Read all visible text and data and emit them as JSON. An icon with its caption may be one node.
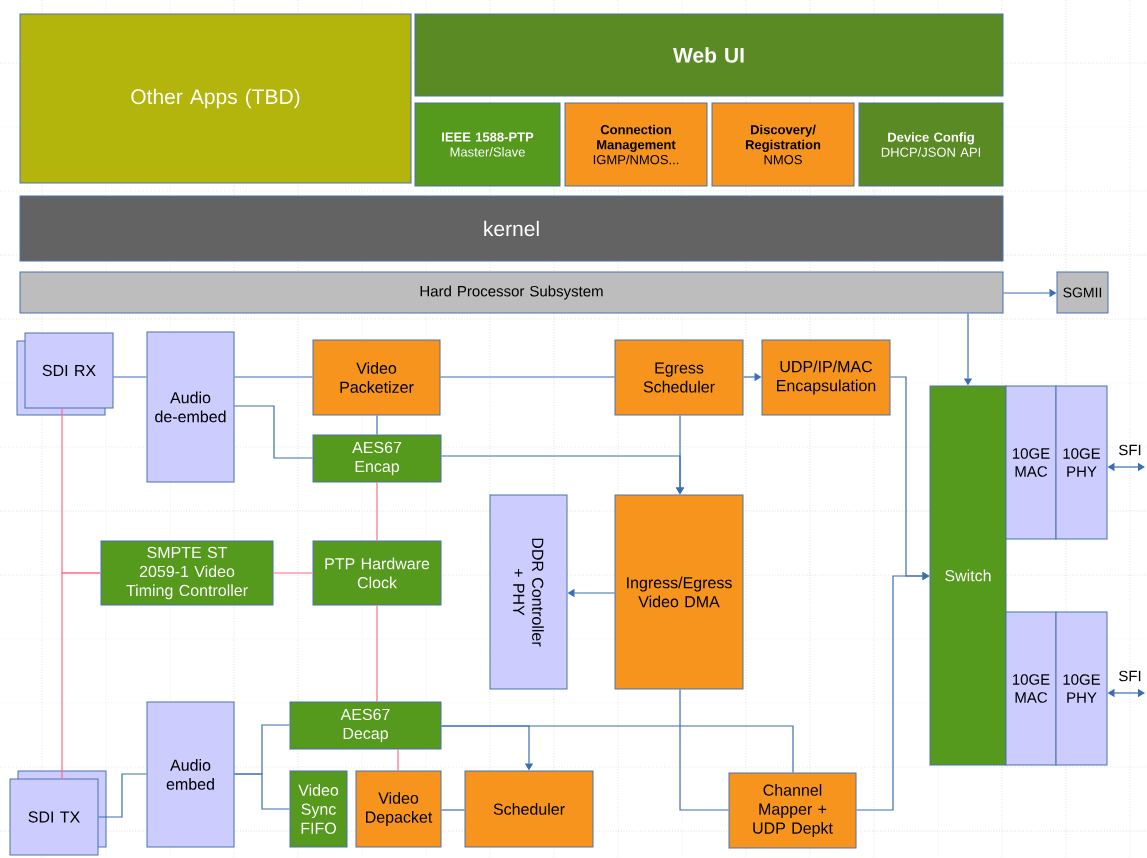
{
  "diagram": {
    "nodes": [
      {
        "text": [
          "Other Apps (TBD)"
        ]
      },
      {
        "text": [
          "Web UI"
        ]
      },
      {
        "text": [
          "IEEE 1588-PTP",
          "Master/Slave"
        ]
      },
      {
        "text": [
          "Connection Management",
          "IGMP/NMOS..."
        ]
      },
      {
        "text": [
          "Discovery/ Registration",
          "NMOS"
        ]
      },
      {
        "text": [
          "Device Config",
          "DHCP/JSON API"
        ]
      },
      {
        "text": [
          "kernel"
        ]
      },
      {
        "text": [
          "Hard Processor Subsystem"
        ]
      },
      {
        "text": [
          "SGMII"
        ]
      },
      {
        "text": [
          "SDI RX"
        ]
      },
      {
        "text": [
          "Audio de-embed"
        ]
      },
      {
        "text": [
          "Video Packetizer"
        ]
      },
      {
        "text": [
          "AES67 Encap"
        ]
      },
      {
        "text": [
          "Egress Scheduler"
        ]
      },
      {
        "text": [
          "UDP/IP/MAC Encapsulation"
        ]
      },
      {
        "text": [
          "SMPTE ST 2059-1 Video Timing Controller"
        ]
      },
      {
        "text": [
          "PTP Hardware Clock"
        ]
      },
      {
        "text": [
          "DDR Controller + PHY"
        ]
      },
      {
        "text": [
          "Ingress/Egress Video DMA"
        ]
      },
      {
        "text": [
          "Switch"
        ]
      },
      {
        "text": [
          "10GE MAC"
        ]
      },
      {
        "text": [
          "10GE PHY"
        ]
      },
      {
        "text": [
          "10GE MAC"
        ]
      },
      {
        "text": [
          "10GE PHY"
        ]
      },
      {
        "text": [
          "SDI TX"
        ]
      },
      {
        "text": [
          "Audio embed"
        ]
      },
      {
        "text": [
          "AES67 Decap"
        ]
      },
      {
        "text": [
          "Video Sync FIFO"
        ]
      },
      {
        "text": [
          "Video Depacket"
        ]
      },
      {
        "text": [
          "Scheduler"
        ]
      },
      {
        "text": [
          "Channel Mapper + UDP Depkt"
        ]
      }
    ],
    "edges": [
      {
        "from": 7,
        "to": 8,
        "arrow": "to"
      },
      {
        "from": 7,
        "to": 19,
        "arrow": "to"
      },
      {
        "from": 9,
        "to": 10,
        "arrow": "none"
      },
      {
        "from": 10,
        "to": 11,
        "arrow": "none"
      },
      {
        "from": 11,
        "to": 13,
        "arrow": "none"
      },
      {
        "from": 10,
        "to": 12,
        "arrow": "none"
      },
      {
        "from": 11,
        "to": 12,
        "arrow": "none"
      },
      {
        "from": 13,
        "to": 18,
        "arrow": "to"
      },
      {
        "from": 12,
        "to": 18,
        "arrow": "to"
      },
      {
        "from": 13,
        "to": 14,
        "arrow": "to"
      },
      {
        "from": 14,
        "to": 19,
        "arrow": "to"
      },
      {
        "from": 30,
        "to": 19,
        "arrow": "to"
      },
      {
        "from": 18,
        "to": 17,
        "arrow": "to"
      },
      {
        "from": 18,
        "to": 30,
        "arrow": "none"
      },
      {
        "from": 26,
        "to": 30,
        "arrow": "none"
      },
      {
        "from": 26,
        "to": 29,
        "arrow": "to"
      },
      {
        "from": 28,
        "to": 29,
        "arrow": "none"
      },
      {
        "from": 24,
        "to": 25,
        "arrow": "none"
      },
      {
        "from": 25,
        "to": 26,
        "arrow": "none"
      },
      {
        "from": 25,
        "to": 27,
        "arrow": "none"
      },
      {
        "from": 15,
        "to": 9,
        "arrow": "none",
        "color": "#ff6b8a"
      },
      {
        "from": 15,
        "to": 24,
        "arrow": "none",
        "color": "#ff6b8a"
      },
      {
        "from": 15,
        "to": 16,
        "arrow": "none",
        "color": "#ff6b8a"
      },
      {
        "from": 12,
        "to": 16,
        "arrow": "none",
        "color": "#ff6b8a"
      },
      {
        "from": 16,
        "to": 26,
        "arrow": "none",
        "color": "#ff6b8a"
      },
      {
        "from": 26,
        "to": 28,
        "arrow": "none",
        "color": "#ff6b8a"
      },
      {
        "from": 21,
        "to": null,
        "arrow": "both",
        "label": "SFI"
      },
      {
        "from": 23,
        "to": null,
        "arrow": "both",
        "label": "SFI"
      }
    ]
  }
}
